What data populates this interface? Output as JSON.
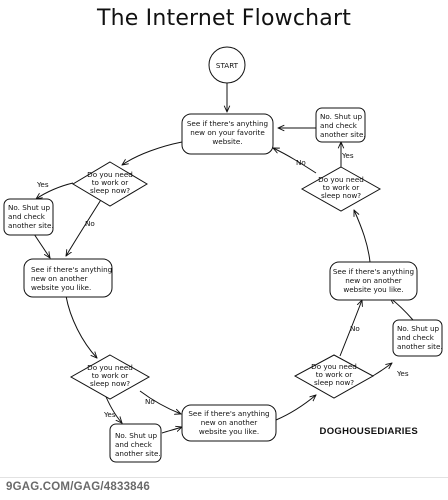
{
  "title": "The Internet Flowchart",
  "credit": "DOGHOUSEDIARIES",
  "footer": "9GAG.COM/GAG/4833846",
  "nodes": {
    "start": [
      "START"
    ],
    "fav_site": [
      "See if there's anything",
      "new on your favorite",
      "website."
    ],
    "q_left_top": [
      "Do you need",
      "to work or",
      "sleep now?"
    ],
    "shut_left_top": [
      "No. Shut up",
      "and check",
      "another site."
    ],
    "another_left": [
      "See if there's anything",
      "new on another",
      "website you like."
    ],
    "q_left_bottom": [
      "Do you need",
      "to work or",
      "sleep now?"
    ],
    "shut_bottom": [
      "No. Shut up",
      "and check",
      "another site."
    ],
    "another_bottom": [
      "See if there's anything",
      "new on another",
      "website you like."
    ],
    "q_right_bottom": [
      "Do you need",
      "to work or",
      "sleep now?"
    ],
    "shut_right_bottom": [
      "No. Shut up",
      "and check",
      "another site."
    ],
    "another_right": [
      "See if there's anything",
      "new on another",
      "website you like."
    ],
    "q_right_top": [
      "Do you need",
      "to work or",
      "sleep now?"
    ],
    "shut_top_right": [
      "No. Shut up",
      "and check",
      "another site."
    ]
  },
  "edge_labels": {
    "yes": "Yes",
    "no": "No"
  }
}
